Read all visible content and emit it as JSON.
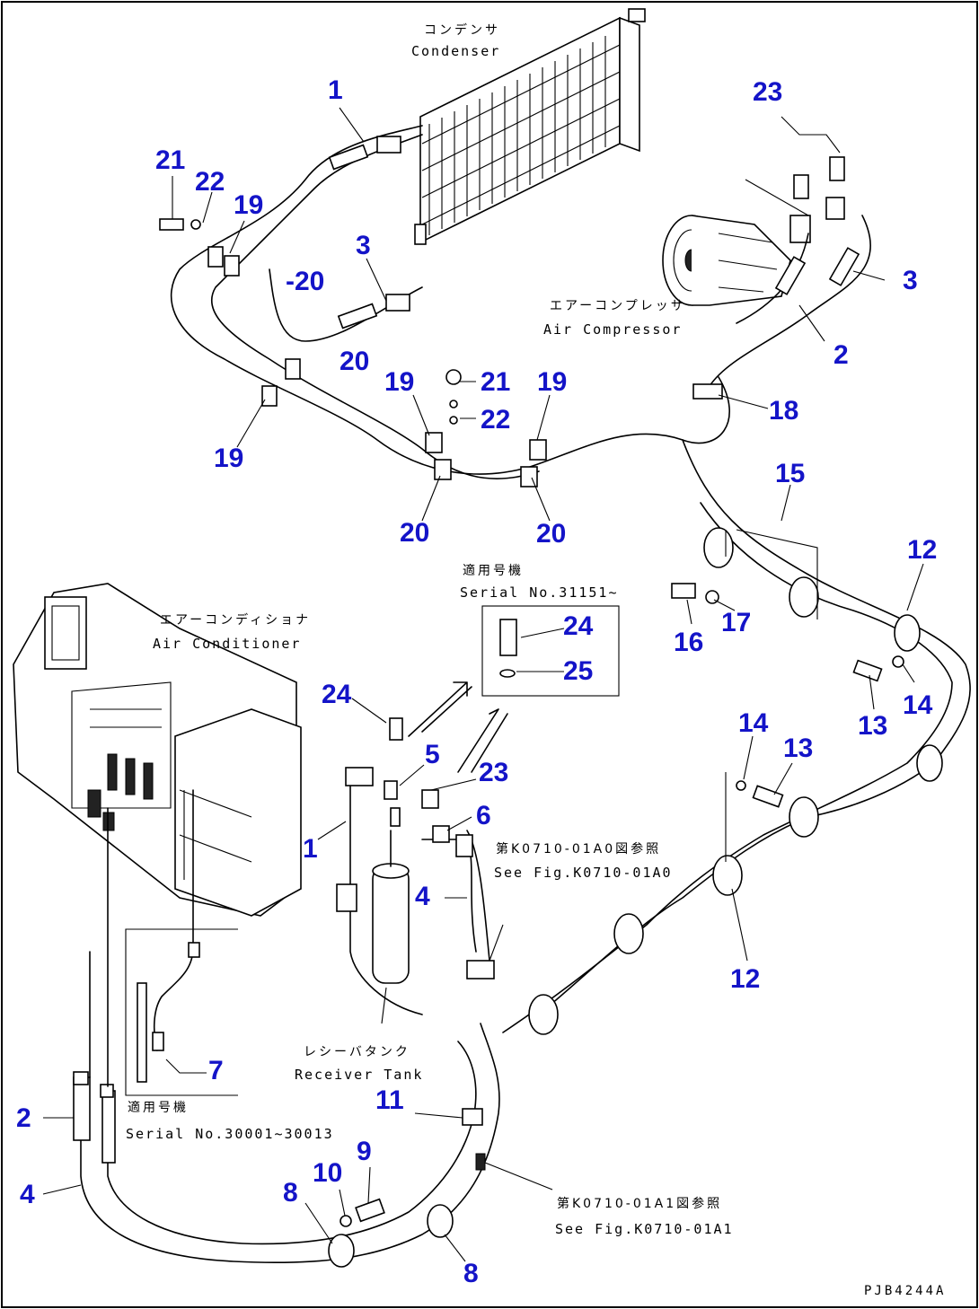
{
  "drawing_code": "PJB4244A",
  "components": {
    "condenser": {
      "jp": "コンデンサ",
      "en": "Condenser"
    },
    "air_compressor": {
      "jp": "エアーコンプレッサ",
      "en": "Air Compressor"
    },
    "air_conditioner": {
      "jp": "エアーコンディショナ",
      "en": "Air Conditioner"
    },
    "receiver_tank": {
      "jp": "レシーバタンク",
      "en": "Receiver Tank"
    }
  },
  "notes": {
    "serial_upper": {
      "jp": "適用号機",
      "en": "Serial No.31151~"
    },
    "serial_lower": {
      "jp": "適用号機",
      "en": "Serial No.30001~30013"
    },
    "see_fig_a0": {
      "jp": "第K0710-01A0図参照",
      "en": "See Fig.K0710-01A0"
    },
    "see_fig_a1": {
      "jp": "第K0710-01A1図参照",
      "en": "See Fig.K0710-01A1"
    }
  },
  "callouts": [
    "1",
    "23",
    "21",
    "22",
    "19",
    "3",
    "-20",
    "3",
    "2",
    "20",
    "19",
    "21",
    "19",
    "22",
    "18",
    "19",
    "20",
    "20",
    "15",
    "12",
    "24",
    "25",
    "16",
    "17",
    "14",
    "13",
    "24",
    "5",
    "23",
    "6",
    "14",
    "13",
    "1",
    "4",
    "12",
    "7",
    "11",
    "2",
    "10",
    "9",
    "4",
    "8",
    "8"
  ]
}
